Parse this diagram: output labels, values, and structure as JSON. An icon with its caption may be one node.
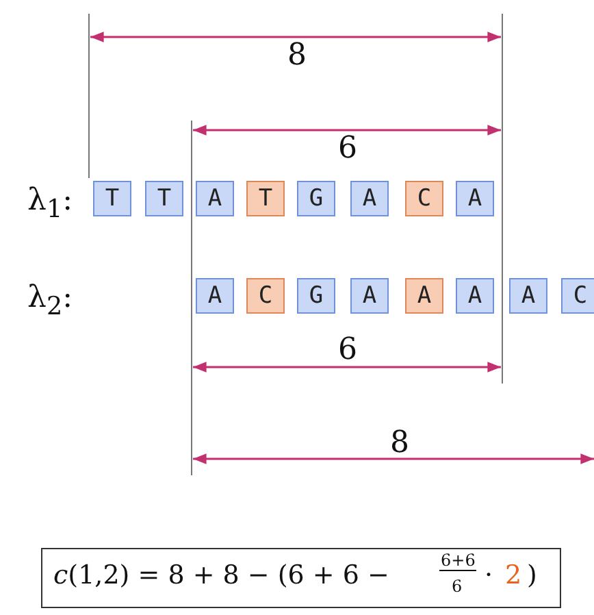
{
  "diagram": {
    "labels": [
      "λ$_{1}$:",
      "λ$_{2}$:",
      "T",
      "T",
      "A",
      "T",
      "G",
      "A",
      "C",
      "A",
      "A",
      "C",
      "G",
      "A",
      "A",
      "A",
      "A",
      "C",
      "8",
      "6",
      "6",
      "8",
      "*c*(1,2) = 8 + 8 − (6 + 6 −",
      "6+6",
      "6",
      "·",
      "2",
      ")"
    ]
  }
}
